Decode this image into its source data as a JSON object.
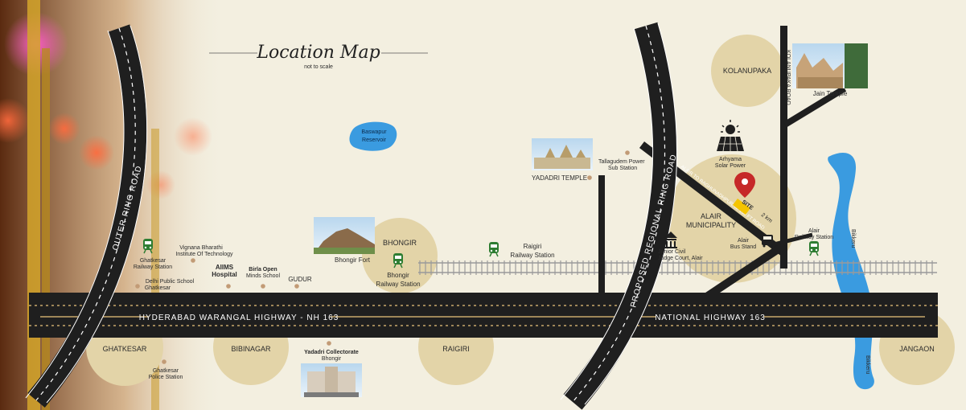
{
  "title": "Location Map",
  "subtitle": "not to scale",
  "roads": {
    "outer_ring": "OUTER RING ROAD",
    "regional_ring": "PROPOSED REGIONAL RING ROAD",
    "highway_left": "HYDERABAD WARANGAL HIGHWAY - NH 163",
    "highway_right": "NATIONAL HIGHWAY 163",
    "kolanupaka": "KOLANUPAKA ROAD",
    "alair_road": "ALAIR TO RAGHUNADHPURAM 100 FT ROAD",
    "distance": "2 km"
  },
  "areas": {
    "ghatkesar": "GHATKESAR",
    "bibinagar": "BIBINAGAR",
    "bhongir": "BHONGIR",
    "raigiri": "RAIGIRI",
    "alair": "ALAIR",
    "alair2": "MUNICIPALITY",
    "kolanupaka": "KOLANUPAKA",
    "jangaon": "JANGAON"
  },
  "places": {
    "baswapur1": "Baswapur",
    "baswapur2": "Reservoir",
    "yadadri_temple": "YADADRI TEMPLE",
    "tallagudem1": "Tallagudem Power",
    "tallagudem2": "Sub Station",
    "bhongir_fort": "Bhongir Fort",
    "bhongir_rs1": "Bhongir",
    "bhongir_rs2": "Railway Station",
    "raigiri_rs1": "Raigiri",
    "raigiri_rs2": "Railway Station",
    "vignana1": "Vignana Bharathi",
    "vignana2": "Institute Of Technology",
    "ghatkesar_rs1": "Ghatkesar",
    "ghatkesar_rs2": "Railway Station",
    "dps1": "Delhi Public School",
    "dps2": "Ghatkesar",
    "aiims1": "AIIMS",
    "aiims2": "Hospital",
    "birla1": "Birla Open",
    "birla2": "Minds School",
    "gudur": "GUDUR",
    "collectorate1": "Yadadri Collectorate",
    "collectorate2": "Bhongir",
    "police1": "Ghatkesar",
    "police2": "Police Station",
    "solar1": "Arhyama",
    "solar2": "Solar Power",
    "court1": "Junior Civil",
    "court2": "Judge Court, Alair",
    "busstand1": "Alair",
    "busstand2": "Bus Stand",
    "alair_rs1": "Alair",
    "alair_rs2": "Railway Station",
    "jain_temple": "Jain Temple",
    "bikkeru": "Bikkeru",
    "site": "SITE"
  },
  "colors": {
    "background": "#f3efe0",
    "area_circle": "#e3d4a8",
    "road": "#1f1f1f",
    "river": "#3a9be0",
    "pin": "#c62828",
    "site_tag": "#f5c400",
    "railway_icon": "#2e7d32"
  },
  "icons": [
    "train-icon",
    "location-pin-icon",
    "solar-panel-icon",
    "bus-icon",
    "court-icon"
  ]
}
